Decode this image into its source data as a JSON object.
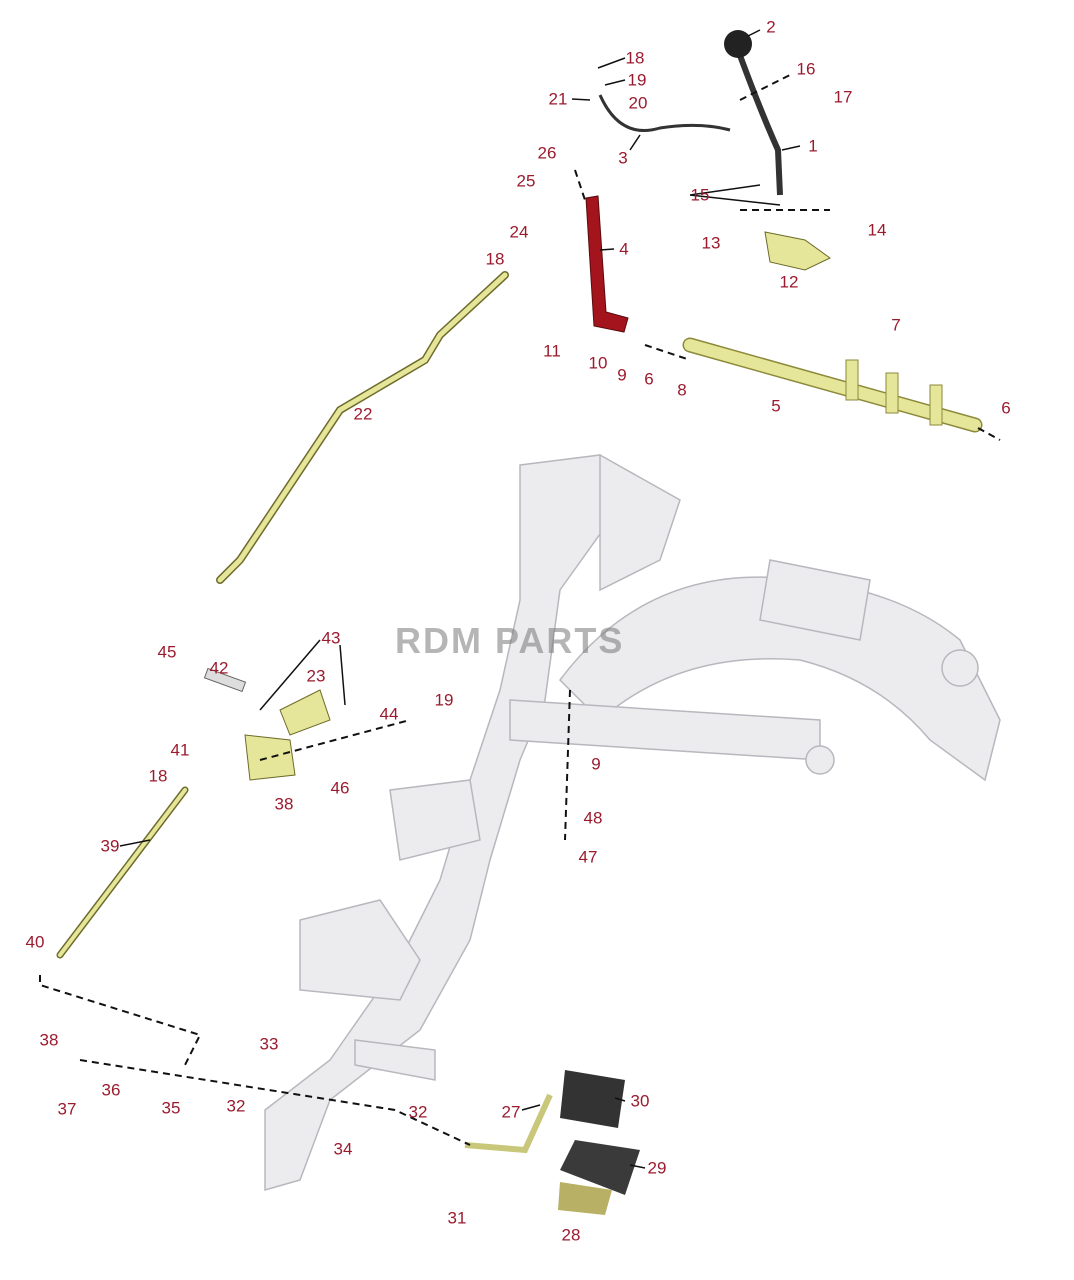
{
  "watermark": "RDM PARTS",
  "colors": {
    "label": "#9b1b2e",
    "frame": "#e9e7ea",
    "rod": "#e6e69a",
    "lever": "#a3141c"
  },
  "callouts": {
    "c1": "1",
    "c2": "2",
    "c3": "3",
    "c4": "4",
    "c5": "5",
    "c6a": "6",
    "c6b": "6",
    "c7": "7",
    "c8": "8",
    "c9a": "9",
    "c9b": "9",
    "c10": "10",
    "c11": "11",
    "c12": "12",
    "c13": "13",
    "c14": "14",
    "c15": "15",
    "c16": "16",
    "c17": "17",
    "c18a": "18",
    "c18b": "18",
    "c18c": "18",
    "c19a": "19",
    "c19b": "19",
    "c20": "20",
    "c21": "21",
    "c22": "22",
    "c23": "23",
    "c24": "24",
    "c25": "25",
    "c26": "26",
    "c27": "27",
    "c28": "28",
    "c29": "29",
    "c30": "30",
    "c31": "31",
    "c32a": "32",
    "c32b": "32",
    "c33": "33",
    "c34": "34",
    "c35": "35",
    "c36": "36",
    "c37": "37",
    "c38a": "38",
    "c38b": "38",
    "c39": "39",
    "c40": "40",
    "c41": "41",
    "c42": "42",
    "c43": "43",
    "c44": "44",
    "c45": "45",
    "c46": "46",
    "c47": "47",
    "c48": "48"
  }
}
